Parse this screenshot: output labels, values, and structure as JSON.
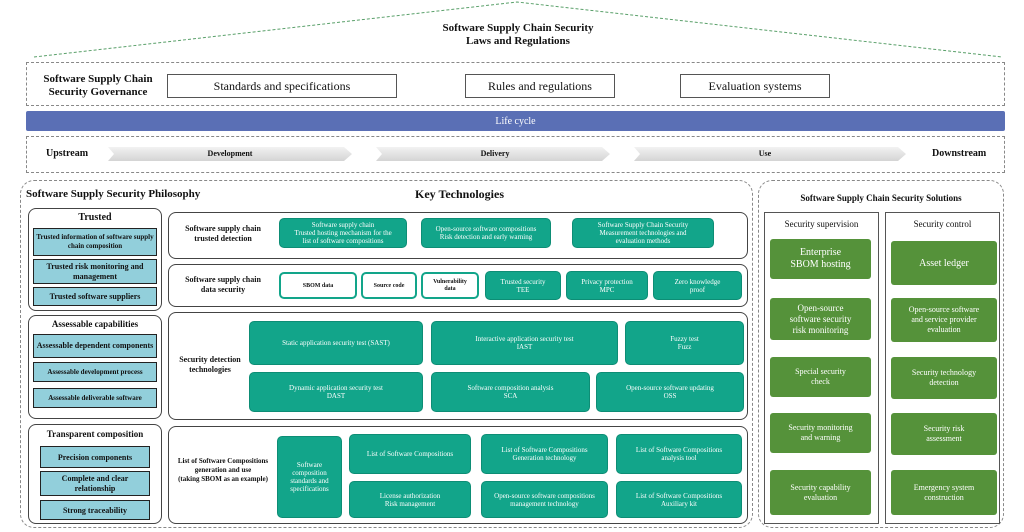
{
  "top": {
    "title": "Software Supply Chain Security\nLaws and Regulations"
  },
  "governance": {
    "label": "Software Supply Chain\nSecurity Governance",
    "items": [
      "Standards and specifications",
      "Rules and regulations",
      "Evaluation systems"
    ]
  },
  "lifecycle": {
    "label": "Life cycle",
    "upstream": "Upstream",
    "downstream": "Downstream",
    "stages": [
      "Development",
      "Delivery",
      "Use"
    ]
  },
  "philosophy": {
    "title": "Software Supply Security Philosophy",
    "trusted": {
      "heading": "Trusted",
      "items": [
        "Trusted information of software supply chain composition",
        "Trusted risk monitoring and management",
        "Trusted software suppliers"
      ]
    },
    "assessable": {
      "heading": "Assessable capabilities",
      "items": [
        "Assessable dependent components",
        "Assessable development process",
        "Assessable deliverable software"
      ]
    },
    "transparent": {
      "heading": "Transparent composition",
      "items": [
        "Precision components",
        "Complete and clear relationship",
        "Strong traceability"
      ]
    }
  },
  "key_tech": {
    "title": "Key Technologies",
    "trusted_detection": {
      "label": "Software supply chain\ntrusted detection",
      "items": [
        "Software supply chain\nTrusted hosting mechanism for the\nlist of software compositions",
        "Open-source software compositions\nRisk detection and early warning",
        "Software Supply Chain Security\nMeasurement technologies and\nevaluation methods"
      ]
    },
    "data_security": {
      "label": "Software supply chain\ndata security",
      "outline_items": [
        "SBOM data",
        "Source code",
        "Vulnerability\ndata"
      ],
      "items": [
        "Trusted security\nTEE",
        "Privacy protection\nMPC",
        "Zero knowledge\nproof"
      ]
    },
    "detection": {
      "label": "Security detection\ntechnologies",
      "items": [
        "Static application security test (SAST)",
        "Interactive application security test\nIAST",
        "Fuzzy test\nFuzz",
        "Dynamic application security test\nDAST",
        "Software composition analysis\nSCA",
        "Open-source software updating\nOSS"
      ]
    },
    "sbom": {
      "label": "List of Software Compositions\ngeneration and use\n(taking SBOM as an example)",
      "standards": "Software\ncomposition\nstandards and\nspecifications",
      "items": [
        "List of Software Compositions",
        "List of Software Compositions\nGeneration technology",
        "List of Software Compositions\nanalysis tool",
        "License authorization\nRisk management",
        "Open-source software compositions\nmanagement technology",
        "List of Software Compositions\nAuxiliary kit"
      ]
    }
  },
  "solutions": {
    "title": "Software Supply Chain Security Solutions",
    "supervision": {
      "heading": "Security supervision",
      "items": [
        "Enterprise\nSBOM hosting",
        "Open-source\nsoftware security\nrisk monitoring",
        "Special security\ncheck",
        "Security monitoring\nand warning",
        "Security capability\nevaluation"
      ]
    },
    "control": {
      "heading": "Security control",
      "items": [
        "Asset ledger",
        "Open-source software\nand service provider\nevaluation",
        "Security technology\ndetection",
        "Security risk\nassessment",
        "Emergency system\nconstruction"
      ]
    }
  },
  "colors": {
    "teal": "#12a58a",
    "green": "#55923a",
    "blue": "#92cfdb",
    "lifecycle_bar": "#5a6fb5"
  }
}
